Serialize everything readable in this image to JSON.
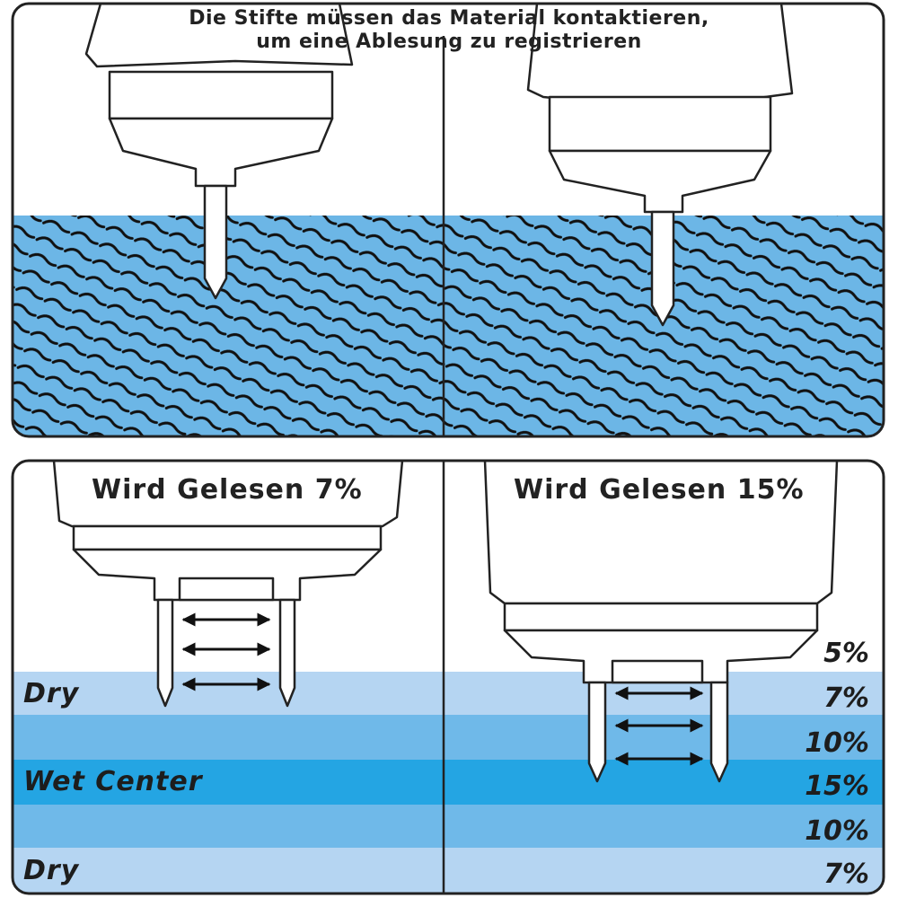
{
  "top_caption": {
    "line1": "Die Stifte müssen das Material kontaktieren,",
    "line2": "um eine Ablesung zu registrieren"
  },
  "bottom_left": {
    "reading": "Wird Gelesen 7%"
  },
  "bottom_right": {
    "reading": "Wird Gelesen 15%"
  },
  "zones": {
    "dry_top": "Dry",
    "wet_center": "Wet Center",
    "dry_bottom": "Dry"
  },
  "scale": [
    "5%",
    "7%",
    "10%",
    "15%",
    "10%",
    "7%"
  ],
  "colors": {
    "material": "#6cb6e6",
    "band_light": "#b5d5f2",
    "band_mid": "#6fb9e9",
    "band_dark": "#24a5e3",
    "outline": "#222222"
  },
  "icons": {
    "probe_pin": "probe-pin-icon",
    "double_arrow": "double-arrow-icon"
  }
}
